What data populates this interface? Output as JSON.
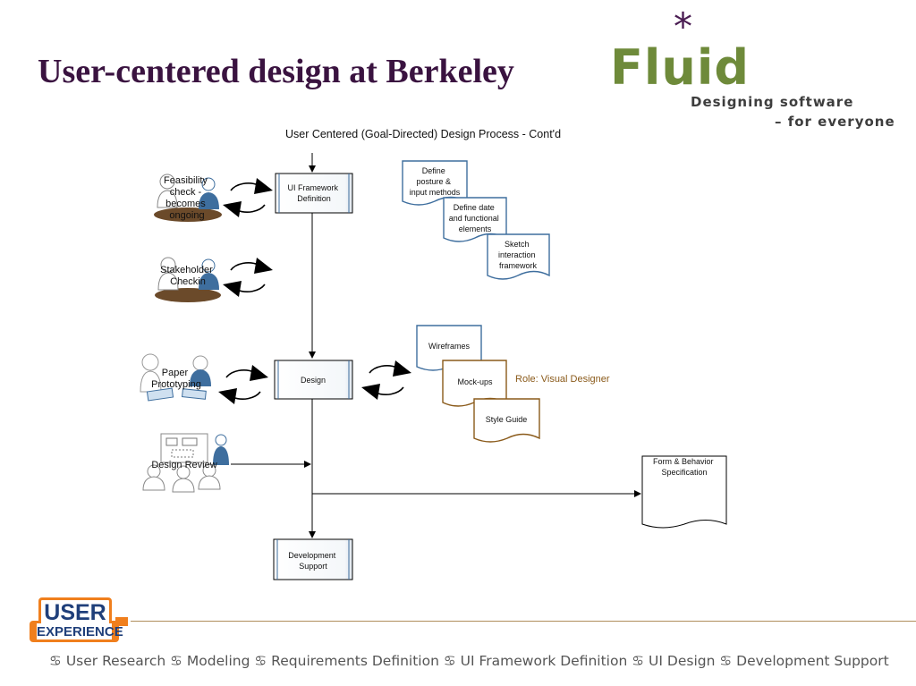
{
  "slide": {
    "title": "User-centered design at Berkeley"
  },
  "logo": {
    "star": "*",
    "word": "Fluid",
    "tagline_line1": "Designing software",
    "tagline_line2": "– for everyone"
  },
  "diagram": {
    "title": "User Centered (Goal-Directed) Design Process - Cont'd",
    "boxes": {
      "framework": [
        "UI Framework",
        "Definition"
      ],
      "design": [
        "Design"
      ],
      "dev": [
        "Development",
        "Support"
      ]
    },
    "docs": {
      "posture": [
        "Define",
        "posture &",
        "input methods"
      ],
      "data": [
        "Define date",
        "and functional",
        "elements"
      ],
      "sketch": [
        "Sketch",
        "interaction",
        "framework"
      ],
      "wireframes": [
        "Wireframes"
      ],
      "mockups": [
        "Mock-ups"
      ],
      "style": [
        "Style Guide"
      ],
      "spec": [
        "Form & Behavior",
        "Specification"
      ]
    },
    "side_labels": {
      "feasibility": [
        "Feasibility",
        "check -",
        "becomes",
        "ongoing"
      ],
      "stakeholder": [
        "Stakeholder",
        "Checkin"
      ],
      "paper": [
        "Paper",
        "Prototyping"
      ],
      "review": [
        "Design Review"
      ]
    },
    "role_label": "Role:  Visual Designer"
  },
  "ux_logo": {
    "top": "USER",
    "bottom": "EXPERIENCE"
  },
  "footer": {
    "text": "♋ User Research ♋ Modeling ♋ Requirements Definition ♋ UI Framework Definition ♋ UI Design ♋ Development Support"
  },
  "colors": {
    "title": "#3a1340",
    "logo_green": "#6e8a3a",
    "logo_purple": "#4a1c52",
    "ux_orange": "#f07f1d",
    "ux_blue": "#1f3f7a",
    "role_label": "#8a5a1a",
    "divider": "#b08e5c",
    "box_accent": "#3e6e9e"
  },
  "icons": {
    "cycle": "cycle-arrows-icon",
    "meeting": "meeting-people-icon",
    "presentation": "presentation-icon"
  }
}
